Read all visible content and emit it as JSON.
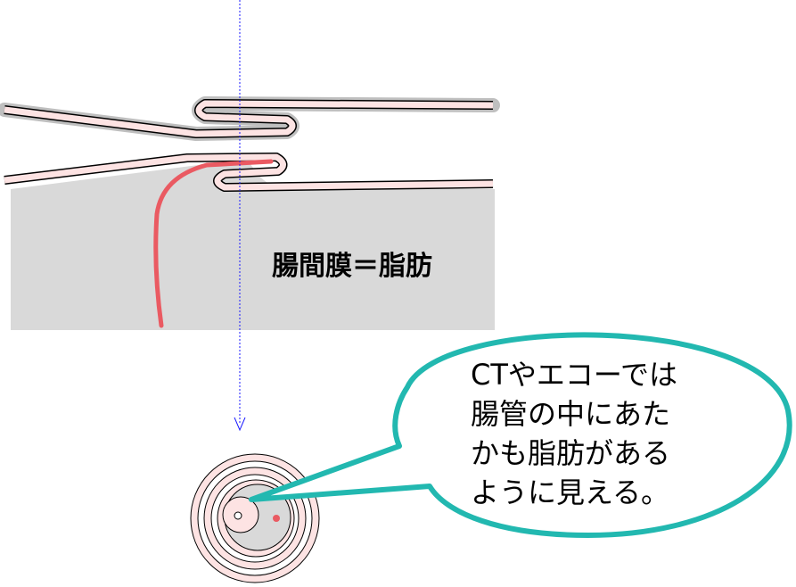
{
  "mesentery_label": "腸間膜＝脂肪",
  "speech_bubble": {
    "lines": [
      "CTやエコーでは",
      "腸管の中にあた",
      "かも脂肪がある",
      "ように見える。"
    ]
  },
  "colors": {
    "fat": "#d9d9d9",
    "wall_pink": "#fde3e3",
    "wall_gray": "#bfbfbf",
    "vessel_red": "#ea5a62",
    "bubble_teal": "#22b8b0",
    "scan_line": "#1a1aff"
  }
}
